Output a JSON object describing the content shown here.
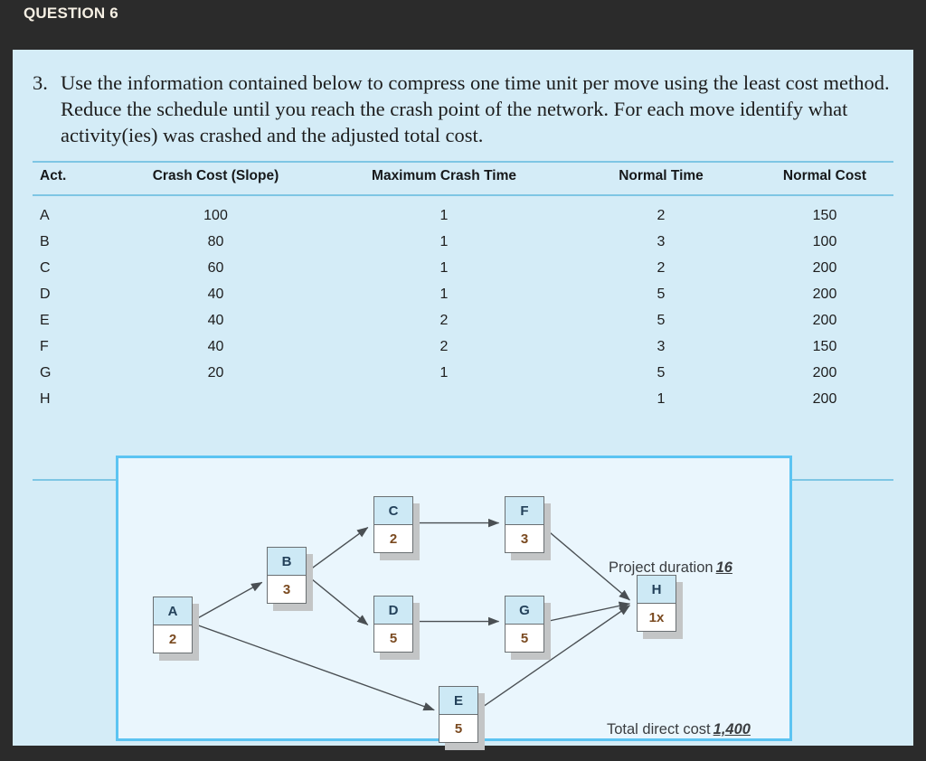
{
  "header": {
    "title": "QUESTION 6"
  },
  "question": {
    "number": "3.",
    "text": "Use the information contained below to compress one time unit per move using the least cost method. Reduce the schedule until you reach the crash point of the network. For each move identify what activity(ies) was crashed and the adjusted total cost."
  },
  "table": {
    "columns": [
      "Act.",
      "Crash Cost (Slope)",
      "Maximum Crash Time",
      "Normal Time",
      "Normal Cost"
    ],
    "rows": [
      {
        "act": "A",
        "slope": "100",
        "max_crash": "1",
        "normal_time": "2",
        "normal_cost": "150"
      },
      {
        "act": "B",
        "slope": "80",
        "max_crash": "1",
        "normal_time": "3",
        "normal_cost": "100"
      },
      {
        "act": "C",
        "slope": "60",
        "max_crash": "1",
        "normal_time": "2",
        "normal_cost": "200"
      },
      {
        "act": "D",
        "slope": "40",
        "max_crash": "1",
        "normal_time": "5",
        "normal_cost": "200"
      },
      {
        "act": "E",
        "slope": "40",
        "max_crash": "2",
        "normal_time": "5",
        "normal_cost": "200"
      },
      {
        "act": "F",
        "slope": "40",
        "max_crash": "2",
        "normal_time": "3",
        "normal_cost": "150"
      },
      {
        "act": "G",
        "slope": "20",
        "max_crash": "1",
        "normal_time": "5",
        "normal_cost": "200"
      },
      {
        "act": "H",
        "slope": "",
        "max_crash": "",
        "normal_time": "1",
        "normal_cost": "200"
      }
    ]
  },
  "diagram": {
    "type": "activity-on-node-network",
    "nodes": [
      {
        "id": "A",
        "label": "A",
        "duration": "2"
      },
      {
        "id": "B",
        "label": "B",
        "duration": "3"
      },
      {
        "id": "C",
        "label": "C",
        "duration": "2"
      },
      {
        "id": "D",
        "label": "D",
        "duration": "5"
      },
      {
        "id": "E",
        "label": "E",
        "duration": "5"
      },
      {
        "id": "F",
        "label": "F",
        "duration": "3"
      },
      {
        "id": "G",
        "label": "G",
        "duration": "5"
      },
      {
        "id": "H",
        "label": "H",
        "duration": "1x"
      }
    ],
    "edges": [
      {
        "from": "A",
        "to": "B"
      },
      {
        "from": "A",
        "to": "E"
      },
      {
        "from": "B",
        "to": "C"
      },
      {
        "from": "B",
        "to": "D"
      },
      {
        "from": "C",
        "to": "F"
      },
      {
        "from": "D",
        "to": "G"
      },
      {
        "from": "F",
        "to": "H"
      },
      {
        "from": "G",
        "to": "H"
      },
      {
        "from": "E",
        "to": "H"
      }
    ],
    "annotations": {
      "duration_label": "Project duration",
      "duration_value": "16",
      "cost_label": "Total direct cost",
      "cost_value": "1,400"
    }
  },
  "colors": {
    "page_background": "#2b2b2b",
    "card_background": "#d4ecf7",
    "panel_background": "#eaf6fd",
    "panel_border": "#5cc4f2",
    "rule": "#7ec6e4",
    "node_header": "#cde9f5",
    "node_body": "#ffffff",
    "header_text": "#f5efe3"
  }
}
